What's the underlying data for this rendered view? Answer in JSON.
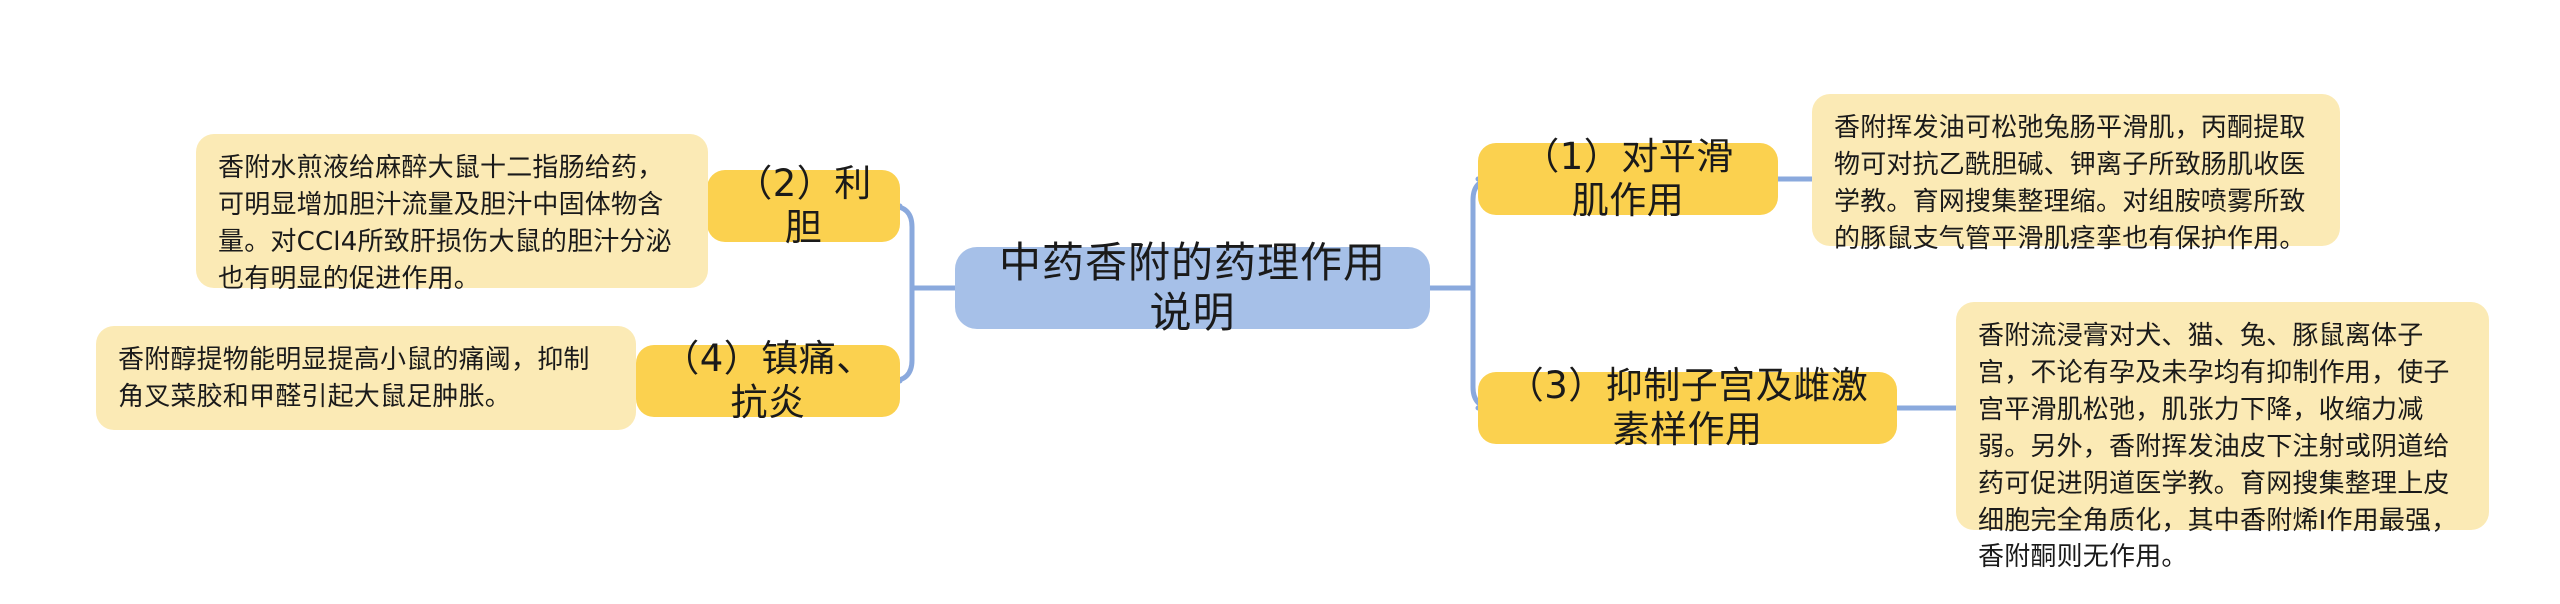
{
  "diagram": {
    "type": "mind-map",
    "colors": {
      "center_node_fill": "#a6c0e8",
      "branch_node_fill": "#fbd14f",
      "textbox_fill": "#fbeab5",
      "connector_stroke": "#8aa9dd",
      "text_color": "#1a1a1a",
      "background": "#ffffff"
    },
    "center": {
      "label": "中药香附的药理作用说明"
    },
    "branches": {
      "left": [
        {
          "id": "branch-2",
          "label": "（2）利胆",
          "detail": "香附水煎液给麻醉大鼠十二指肠给药，可明显增加胆汁流量及胆汁中固体物含量。对CCl4所致肝损伤大鼠的胆汁分泌也有明显的促进作用。"
        },
        {
          "id": "branch-4",
          "label": "（4）镇痛、抗炎",
          "detail": "香附醇提物能明显提高小鼠的痛阈，抑制角叉菜胶和甲醛引起大鼠足肿胀。"
        }
      ],
      "right": [
        {
          "id": "branch-1",
          "label": "（1）对平滑肌作用",
          "detail": "香附挥发油可松弛兔肠平滑肌，丙酮提取物可对抗乙酰胆碱、钾离子所致肠肌收医学教。育网搜集整理缩。对组胺喷雾所致的豚鼠支气管平滑肌痉挛也有保护作用。"
        },
        {
          "id": "branch-3",
          "label": "（3）抑制子宫及雌激素样作用",
          "detail": "香附流浸膏对犬、猫、兔、豚鼠离体子宫，不论有孕及未孕均有抑制作用，使子宫平滑肌松弛，肌张力下降，收缩力减弱。另外，香附挥发油皮下注射或阴道给药可促进阴道医学教。育网搜集整理上皮细胞完全角质化，其中香附烯I作用最强，香附酮则无作用。"
        }
      ]
    }
  }
}
